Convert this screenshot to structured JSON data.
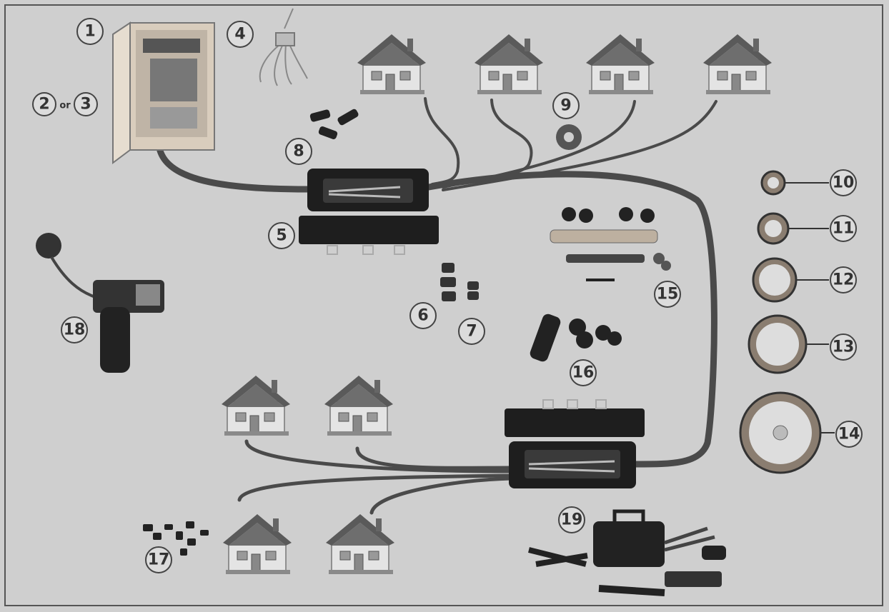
{
  "markers": [
    {
      "id": "m1",
      "text": "1"
    },
    {
      "id": "m2",
      "text": "2"
    },
    {
      "id": "m2sep",
      "text": "or"
    },
    {
      "id": "m3",
      "text": "3"
    },
    {
      "id": "m4",
      "text": "4"
    },
    {
      "id": "m5",
      "text": "5"
    },
    {
      "id": "m6",
      "text": "6"
    },
    {
      "id": "m7",
      "text": "7"
    },
    {
      "id": "m8",
      "text": "8"
    },
    {
      "id": "m9",
      "text": "9"
    },
    {
      "id": "m10",
      "text": "10"
    },
    {
      "id": "m11",
      "text": "11"
    },
    {
      "id": "m12",
      "text": "12"
    },
    {
      "id": "m13",
      "text": "13"
    },
    {
      "id": "m14",
      "text": "14"
    },
    {
      "id": "m15",
      "text": "15"
    },
    {
      "id": "m16",
      "text": "16"
    },
    {
      "id": "m17",
      "text": "17"
    },
    {
      "id": "m18",
      "text": "18"
    },
    {
      "id": "m19",
      "text": "19"
    }
  ],
  "colors": {
    "background": "#cfcfcf",
    "cable": "#4a4a4a",
    "house_roof": "#5a5a5a",
    "house_wall": "#e2e2e2",
    "closure": "#1e1e1e",
    "marker_ring": "#444444"
  }
}
